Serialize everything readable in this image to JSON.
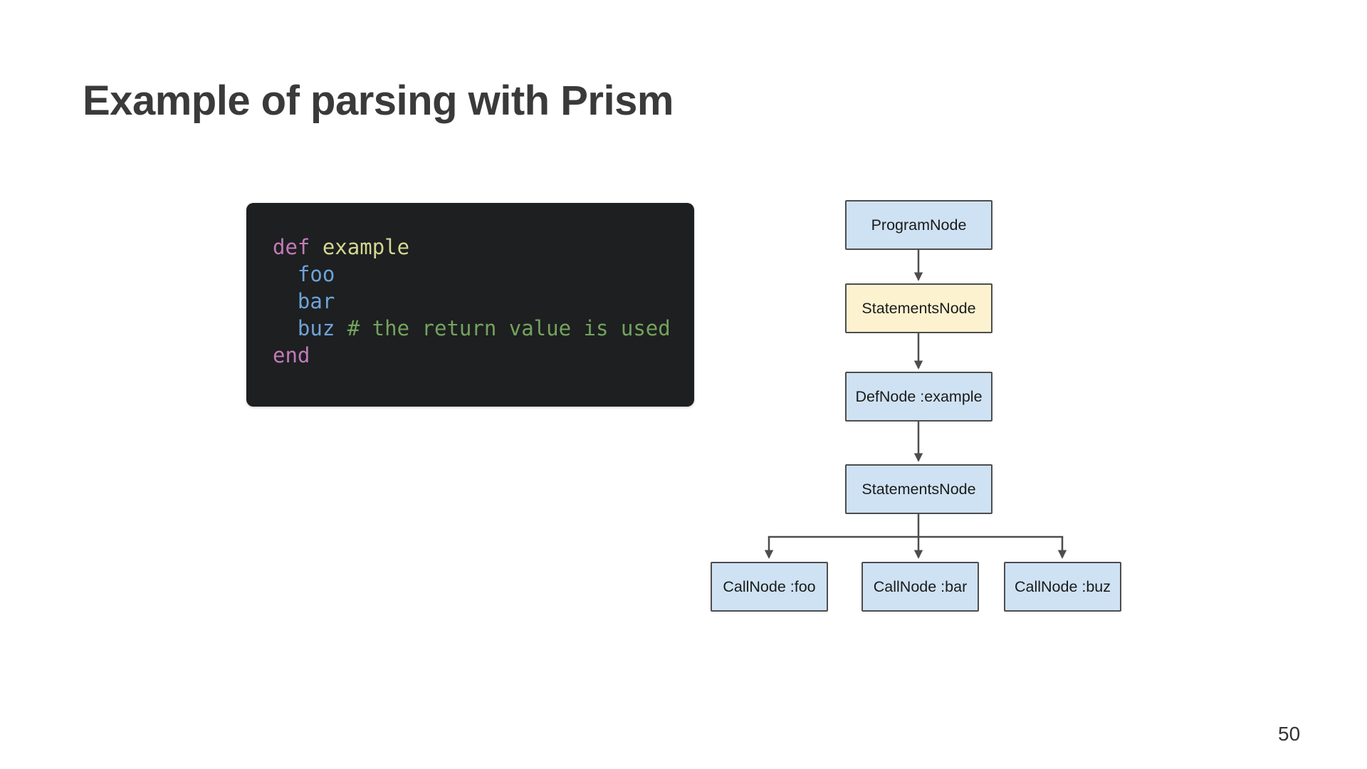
{
  "slide": {
    "title": "Example of parsing with Prism",
    "page_number": "50"
  },
  "colors": {
    "title_text": "#3a3a3a",
    "code_bg": "#1d1f21",
    "code_keyword": "#c37ab8",
    "code_method": "#d6d78f",
    "code_call": "#6ea3d8",
    "code_comment": "#74a35c",
    "node_blue": "#cfe2f3",
    "node_yellow": "#fdf2d0",
    "node_border": "#4d4d4d",
    "node_text": "#1a1a1a",
    "arrow": "#4d4d4d",
    "page_number_text": "#333333"
  },
  "code_block": {
    "language": "ruby",
    "line1": {
      "keyword": "def",
      "method": " example"
    },
    "line2": {
      "call": "  foo"
    },
    "line3": {
      "call": "  bar"
    },
    "line4": {
      "call": "  buz ",
      "comment": "# the return value is used"
    },
    "line5": {
      "keyword": "end"
    }
  },
  "diagram": {
    "nodes": [
      {
        "label": "ProgramNode",
        "fill": "blue"
      },
      {
        "label": "StatementsNode",
        "fill": "yellow"
      },
      {
        "label": "DefNode :example",
        "fill": "blue"
      },
      {
        "label": "StatementsNode",
        "fill": "blue"
      },
      {
        "label": "CallNode :foo",
        "fill": "blue"
      },
      {
        "label": "CallNode :bar",
        "fill": "blue"
      },
      {
        "label": "CallNode :buz",
        "fill": "blue"
      }
    ]
  }
}
